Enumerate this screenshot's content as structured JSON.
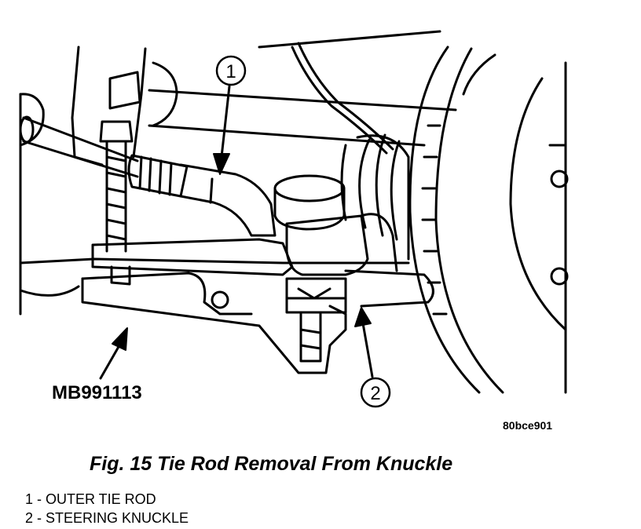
{
  "callouts": {
    "one": "1",
    "two": "2"
  },
  "tool_label": "MB991113",
  "figure_code": "80bce901",
  "figure_title": "Fig. 15 Tie Rod Removal From Knuckle",
  "legend": [
    "1 - OUTER TIE ROD",
    "2 - STEERING KNUCKLE"
  ]
}
